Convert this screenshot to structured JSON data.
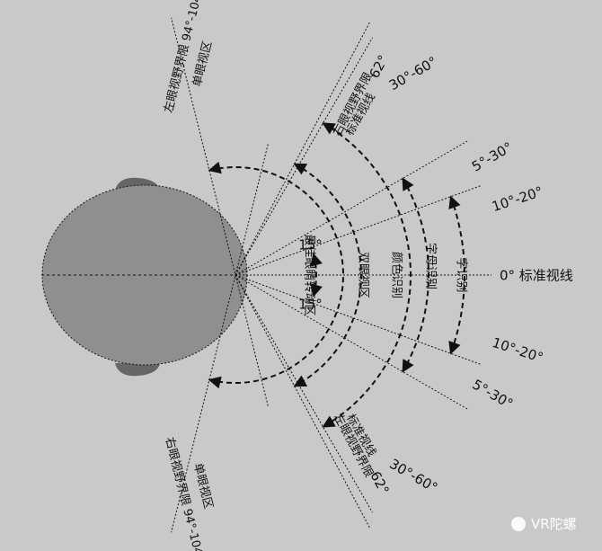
{
  "colors": {
    "background": "#c9c9c9",
    "head_fill": "#8f8f8f",
    "ear_fill": "#666666",
    "line": "#111111",
    "text": "#111111"
  },
  "rays": [
    {
      "id": "left-monocular-top",
      "angle": -104,
      "label": "左眼视野界限 94°-104°",
      "sub_label": "单眼视区"
    },
    {
      "id": "right-eye-limit-top",
      "angle": -62,
      "label": "62°",
      "sub_label": "右眼视野界限"
    },
    {
      "id": "standard-60-top",
      "angle": -60,
      "label": "30°-60°",
      "sub_label": "标准视线"
    },
    {
      "id": "standard-30-top",
      "angle": -30,
      "label": "5°-30°",
      "sub_label": ""
    },
    {
      "id": "standard-20-top",
      "angle": -20,
      "label": "10°-20°",
      "sub_label": ""
    },
    {
      "id": "center-line",
      "angle": 0,
      "label": "0°  标准视线",
      "sub_label": ""
    },
    {
      "id": "standard-20-bottom",
      "angle": 20,
      "label": "10°-20°",
      "sub_label": ""
    },
    {
      "id": "standard-30-bottom",
      "angle": 30,
      "label": "5°-30°",
      "sub_label": ""
    },
    {
      "id": "standard-60-bottom",
      "angle": 60,
      "label": "30°-60°",
      "sub_label": "标准视线"
    },
    {
      "id": "right-eye-limit-bottom",
      "angle": 62,
      "label": "62°",
      "sub_label": "左眼视野界限"
    },
    {
      "id": "right-monocular-bottom",
      "angle": 104,
      "label": "右眼视野界限 94°-104°",
      "sub_label": "单眼视区"
    }
  ],
  "arcs": [
    {
      "id": "best-eye-rotation",
      "radius": 90,
      "angle": 15,
      "label": "最佳眼睛转动区",
      "angle_label_top": "15°",
      "angle_label_bottom": "15°"
    },
    {
      "id": "binocular",
      "radius": 140,
      "angle": 62,
      "label": "双眼视区"
    },
    {
      "id": "color-recognition",
      "radius": 195,
      "angle": 60,
      "label": "颜色识别"
    },
    {
      "id": "letter-recognition",
      "radius": 215,
      "angle": 30,
      "label": "字母识别"
    },
    {
      "id": "word-recognition",
      "radius": 255,
      "angle": 20,
      "label": "字识别"
    },
    {
      "id": "monocular",
      "radius": 120,
      "angle": 104,
      "label": ""
    }
  ],
  "watermark": "VR陀螺"
}
